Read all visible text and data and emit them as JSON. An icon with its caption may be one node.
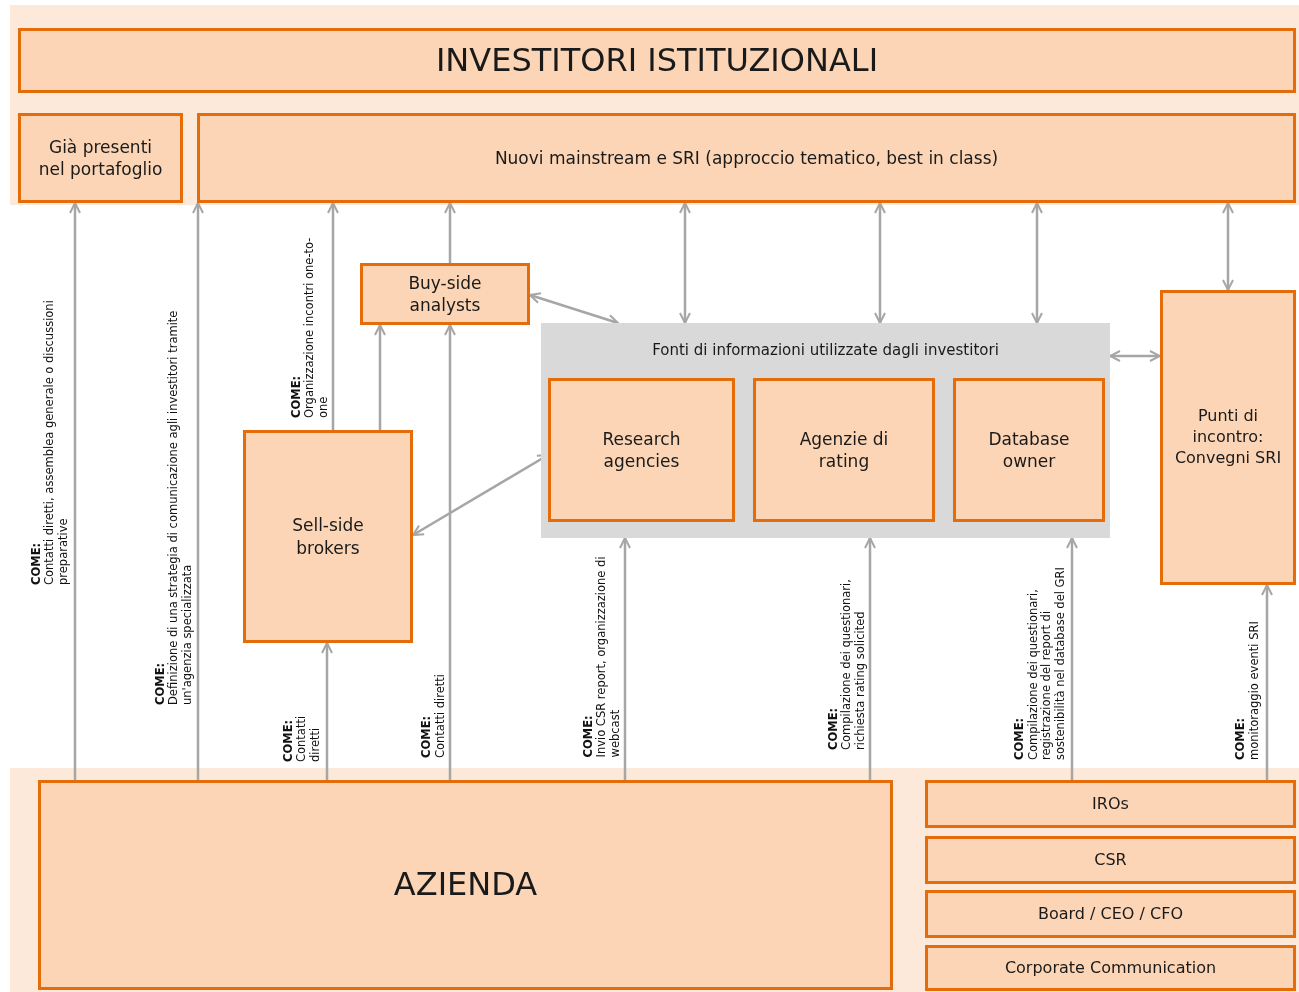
{
  "diagram": {
    "nodes": [
      {
        "text": [
          "INVESTITORI ISTITUZIONALI"
        ]
      },
      {
        "text": [
          "Già presenti nel portafoglio"
        ]
      },
      {
        "text": [
          "Nuovi mainstream e SRI (approccio tematico, best in class)"
        ]
      },
      {
        "text": [
          "Buy-side analysts"
        ]
      },
      {
        "text": [
          "Fonti di informazioni utilizzate dagli investitori"
        ]
      },
      {
        "text": [
          "Research agencies"
        ],
        "in": 4
      },
      {
        "text": [
          "Agenzie di rating"
        ],
        "in": 4
      },
      {
        "text": [
          "Database owner"
        ],
        "in": 4
      },
      {
        "text": [
          "Punti di incontro: Convegni SRI"
        ]
      },
      {
        "text": [
          "Sell-side brokers"
        ]
      },
      {
        "text": [
          "AZIENDA"
        ]
      },
      {
        "text": [
          "IROs"
        ]
      },
      {
        "text": [
          "CSR"
        ]
      },
      {
        "text": [
          "Board / CEO / CFO"
        ]
      },
      {
        "text": [
          "Corporate Communication"
        ]
      }
    ],
    "edges": [
      {
        "from": 10,
        "to": 1,
        "arrow": "to",
        "label": "**COME:** Contatti diretti, assemblea generale o discussioni preparative"
      },
      {
        "from": 10,
        "to": 2,
        "arrow": "to",
        "label": "**COME:** Definizione di una strategia di comunicazione agli investitori tramite un'agenzia specializzata"
      },
      {
        "from": 10,
        "to": 9,
        "arrow": "to",
        "label": "**COME:** Contatti diretti"
      },
      {
        "from": 9,
        "to": 2,
        "arrow": "to",
        "label": "**COME:** Organizzazione incontri one-to-one"
      },
      {
        "from": 9,
        "to": 3,
        "arrow": "to"
      },
      {
        "from": 10,
        "to": 3,
        "arrow": "to",
        "label": "**COME:** Contatti diretti"
      },
      {
        "from": 3,
        "to": 2,
        "arrow": "to"
      },
      {
        "from": 3,
        "to": 4,
        "arrow": "both"
      },
      {
        "from": 9,
        "to": 5,
        "arrow": "both"
      },
      {
        "from": 4,
        "to": 2,
        "arrow": "both"
      },
      {
        "from": 4,
        "to": 2,
        "arrow": "both"
      },
      {
        "from": 4,
        "to": 2,
        "arrow": "both"
      },
      {
        "from": 8,
        "to": 2,
        "arrow": "both"
      },
      {
        "from": 4,
        "to": 8,
        "arrow": "both"
      },
      {
        "from": 10,
        "to": 4,
        "arrow": "to",
        "label": "**COME:** Invio CSR report, organizzazione di webcast"
      },
      {
        "from": 10,
        "to": 4,
        "arrow": "to",
        "label": "**COME:** Compilazione dei questionari, richiesta rating solicited"
      },
      {
        "from": 11,
        "to": 4,
        "arrow": "to",
        "label": "**COME:** Compilazione dei questionari, registrazione del report di sostenibilità nel database del GRI"
      },
      {
        "from": 11,
        "to": 8,
        "arrow": "to",
        "label": "**COME:** monitoraggio eventi SRI"
      }
    ]
  }
}
